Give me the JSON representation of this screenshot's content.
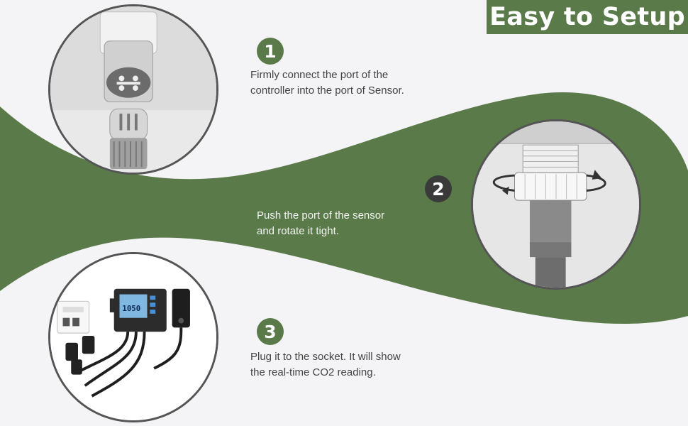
{
  "banner": {
    "title": "Easy to Setup"
  },
  "steps": [
    {
      "number": "1",
      "text_line1": "Firmly connect the port of the",
      "text_line2": "controller into the port of Sensor.",
      "icon": "connector-icon"
    },
    {
      "number": "2",
      "text_line1": "Push the port of the sensor",
      "text_line2": "and rotate it tight.",
      "icon": "sensor-rotate-icon"
    },
    {
      "number": "3",
      "text_line1": "Plug it to the socket. It will show",
      "text_line2": "the real-time CO2 reading.",
      "icon": "controller-socket-icon"
    }
  ],
  "controller_display": {
    "reading": "1050"
  },
  "colors": {
    "accent_green": "#5a7a4a",
    "dark_badge": "#3a3a3a",
    "background": "#f4f4f6"
  }
}
